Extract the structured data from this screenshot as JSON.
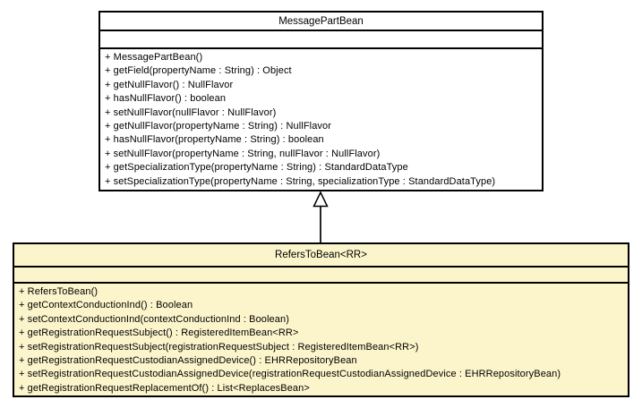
{
  "diagram": {
    "type": "uml-class-diagram",
    "superclass": {
      "name": "MessagePartBean",
      "attributes": [],
      "methods": [
        "+ MessagePartBean()",
        "+ getField(propertyName : String) : Object",
        "+ getNullFlavor() : NullFlavor",
        "+ hasNullFlavor() : boolean",
        "+ setNullFlavor(nullFlavor : NullFlavor)",
        "+ getNullFlavor(propertyName : String) : NullFlavor",
        "+ hasNullFlavor(propertyName : String) : boolean",
        "+ setNullFlavor(propertyName : String, nullFlavor : NullFlavor)",
        "+ getSpecializationType(propertyName : String) : StandardDataType",
        "+ setSpecializationType(propertyName : String, specializationType : StandardDataType)"
      ]
    },
    "subclass": {
      "name": "RefersToBean<RR>",
      "attributes": [],
      "methods": [
        "+ RefersToBean()",
        "+ getContextConductionInd() : Boolean",
        "+ setContextConductionInd(contextConductionInd : Boolean)",
        "+ getRegistrationRequestSubject() : RegisteredItemBean<RR>",
        "+ setRegistrationRequestSubject(registrationRequestSubject : RegisteredItemBean<RR>)",
        "+ getRegistrationRequestCustodianAssignedDevice() : EHRRepositoryBean",
        "+ setRegistrationRequestCustodianAssignedDevice(registrationRequestCustodianAssignedDevice : EHRRepositoryBean)",
        "+ getRegistrationRequestReplacementOf() : List<ReplacesBean>"
      ]
    },
    "relationship": {
      "type": "generalization",
      "from": "RefersToBean<RR>",
      "to": "MessagePartBean"
    },
    "colors": {
      "superclass_fill": "#ffffff",
      "subclass_fill": "#fcf5cb",
      "border": "#000000",
      "background": "#ffffff"
    }
  }
}
